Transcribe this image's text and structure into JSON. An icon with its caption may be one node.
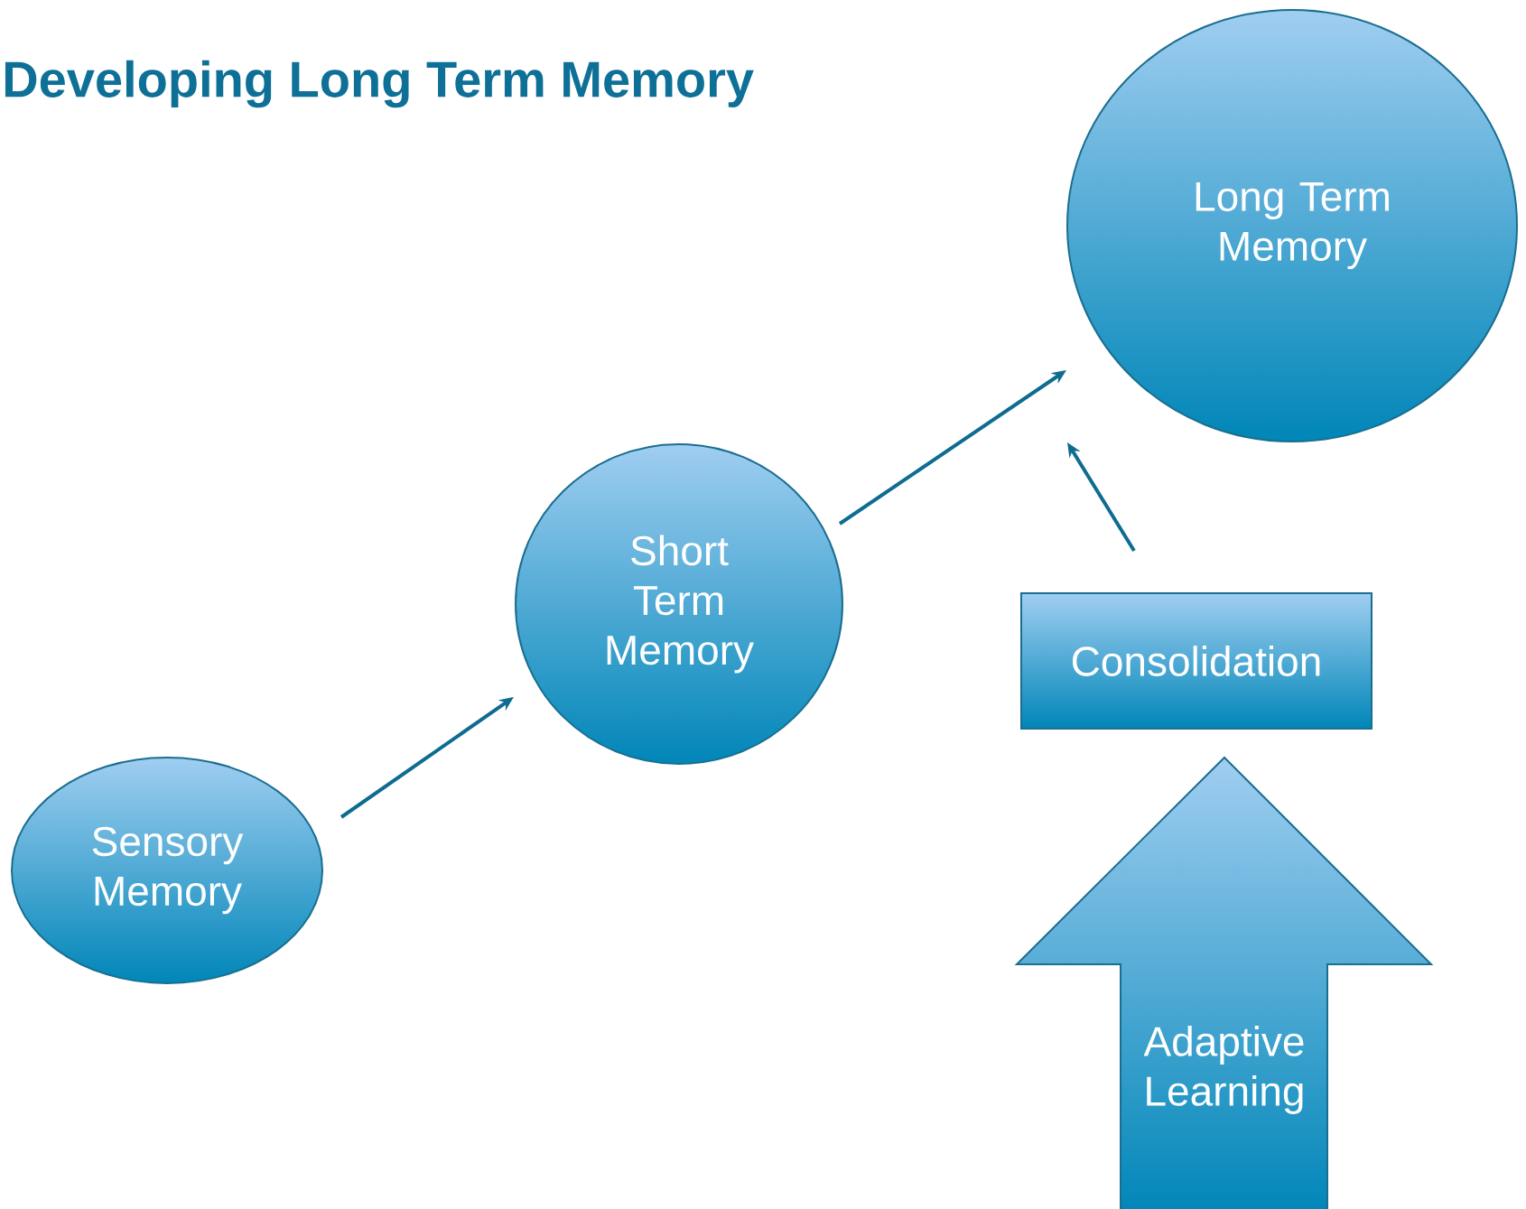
{
  "diagram": {
    "title": "Developing Long Term Memory",
    "nodes": [
      {
        "text": [
          "Sensory Memory"
        ]
      },
      {
        "text": [
          "Short Term Memory"
        ]
      },
      {
        "text": [
          "Long Term Memory"
        ]
      },
      {
        "text": [
          "Consolidation"
        ]
      },
      {
        "text": [
          "Adaptive Learning"
        ]
      }
    ],
    "edges": [
      {
        "from": 0,
        "to": 1,
        "arrow": "to"
      },
      {
        "from": 1,
        "to": 2,
        "arrow": "to"
      },
      {
        "from": 3,
        "to": 2,
        "arrow": "to"
      }
    ]
  }
}
